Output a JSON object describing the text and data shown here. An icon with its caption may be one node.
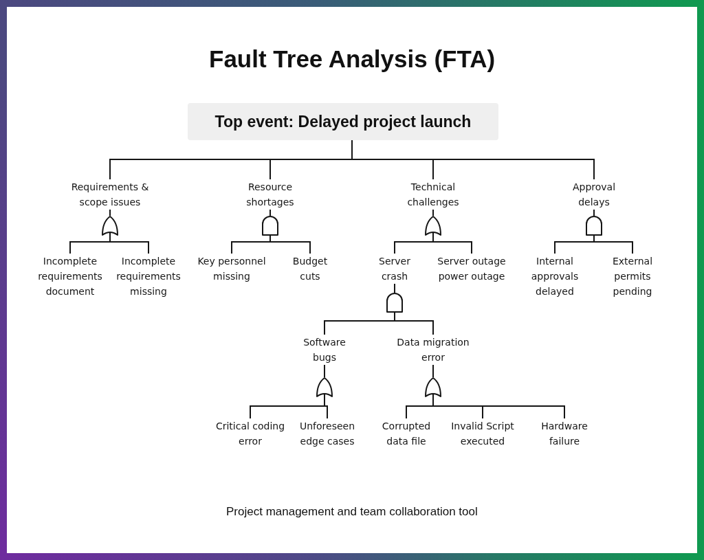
{
  "diagram": {
    "title": "Fault Tree Analysis (FTA)",
    "nodes": [
      {
        "text": [
          "Top event: Delayed project launch"
        ]
      },
      {
        "text": [
          "Requirements & scope issues"
        ]
      },
      {
        "text": [
          "Resource shortages"
        ]
      },
      {
        "text": [
          "Technical challenges"
        ]
      },
      {
        "text": [
          "Approval delays"
        ]
      },
      {
        "text": [],
        "shape": "or-gate"
      },
      {
        "text": [],
        "shape": "and-gate"
      },
      {
        "text": [],
        "shape": "or-gate"
      },
      {
        "text": [],
        "shape": "and-gate"
      },
      {
        "text": [
          "Incomplete requirements document"
        ]
      },
      {
        "text": [
          "Incomplete requirements missing"
        ]
      },
      {
        "text": [
          "Key personnel missing"
        ]
      },
      {
        "text": [
          "Budget cuts"
        ]
      },
      {
        "text": [
          "Server crash"
        ]
      },
      {
        "text": [
          "Server outage power outage"
        ]
      },
      {
        "text": [
          "Internal approvals delayed"
        ]
      },
      {
        "text": [
          "External permits pending"
        ]
      },
      {
        "text": [],
        "shape": "and-gate"
      },
      {
        "text": [
          "Software bugs"
        ]
      },
      {
        "text": [
          "Data migration error"
        ]
      },
      {
        "text": [],
        "shape": "or-gate"
      },
      {
        "text": [],
        "shape": "or-gate"
      },
      {
        "text": [
          "Critical coding error"
        ]
      },
      {
        "text": [
          "Unforeseen edge cases"
        ]
      },
      {
        "text": [
          "Corrupted data file"
        ]
      },
      {
        "text": [
          "Invalid Script executed"
        ]
      },
      {
        "text": [
          "Hardware failure"
        ]
      }
    ],
    "edges": [
      {
        "from": 0,
        "to": 1,
        "arrow": "none"
      },
      {
        "from": 0,
        "to": 2,
        "arrow": "none"
      },
      {
        "from": 0,
        "to": 3,
        "arrow": "none"
      },
      {
        "from": 0,
        "to": 4,
        "arrow": "none"
      },
      {
        "from": 1,
        "to": 5,
        "arrow": "none"
      },
      {
        "from": 2,
        "to": 6,
        "arrow": "none"
      },
      {
        "from": 3,
        "to": 7,
        "arrow": "none"
      },
      {
        "from": 4,
        "to": 8,
        "arrow": "none"
      },
      {
        "from": 5,
        "to": 9,
        "arrow": "none"
      },
      {
        "from": 5,
        "to": 10,
        "arrow": "none"
      },
      {
        "from": 6,
        "to": 11,
        "arrow": "none"
      },
      {
        "from": 6,
        "to": 12,
        "arrow": "none"
      },
      {
        "from": 7,
        "to": 13,
        "arrow": "none"
      },
      {
        "from": 7,
        "to": 14,
        "arrow": "none"
      },
      {
        "from": 8,
        "to": 15,
        "arrow": "none"
      },
      {
        "from": 8,
        "to": 16,
        "arrow": "none"
      },
      {
        "from": 13,
        "to": 17,
        "arrow": "none"
      },
      {
        "from": 17,
        "to": 18,
        "arrow": "none"
      },
      {
        "from": 17,
        "to": 19,
        "arrow": "none"
      },
      {
        "from": 18,
        "to": 20,
        "arrow": "none"
      },
      {
        "from": 19,
        "to": 21,
        "arrow": "none"
      },
      {
        "from": 20,
        "to": 22,
        "arrow": "none"
      },
      {
        "from": 20,
        "to": 23,
        "arrow": "none"
      },
      {
        "from": 21,
        "to": 24,
        "arrow": "none"
      },
      {
        "from": 21,
        "to": 25,
        "arrow": "none"
      },
      {
        "from": 21,
        "to": 26,
        "arrow": "none"
      }
    ],
    "labels": [
      "Project management and team collaboration tool"
    ]
  }
}
